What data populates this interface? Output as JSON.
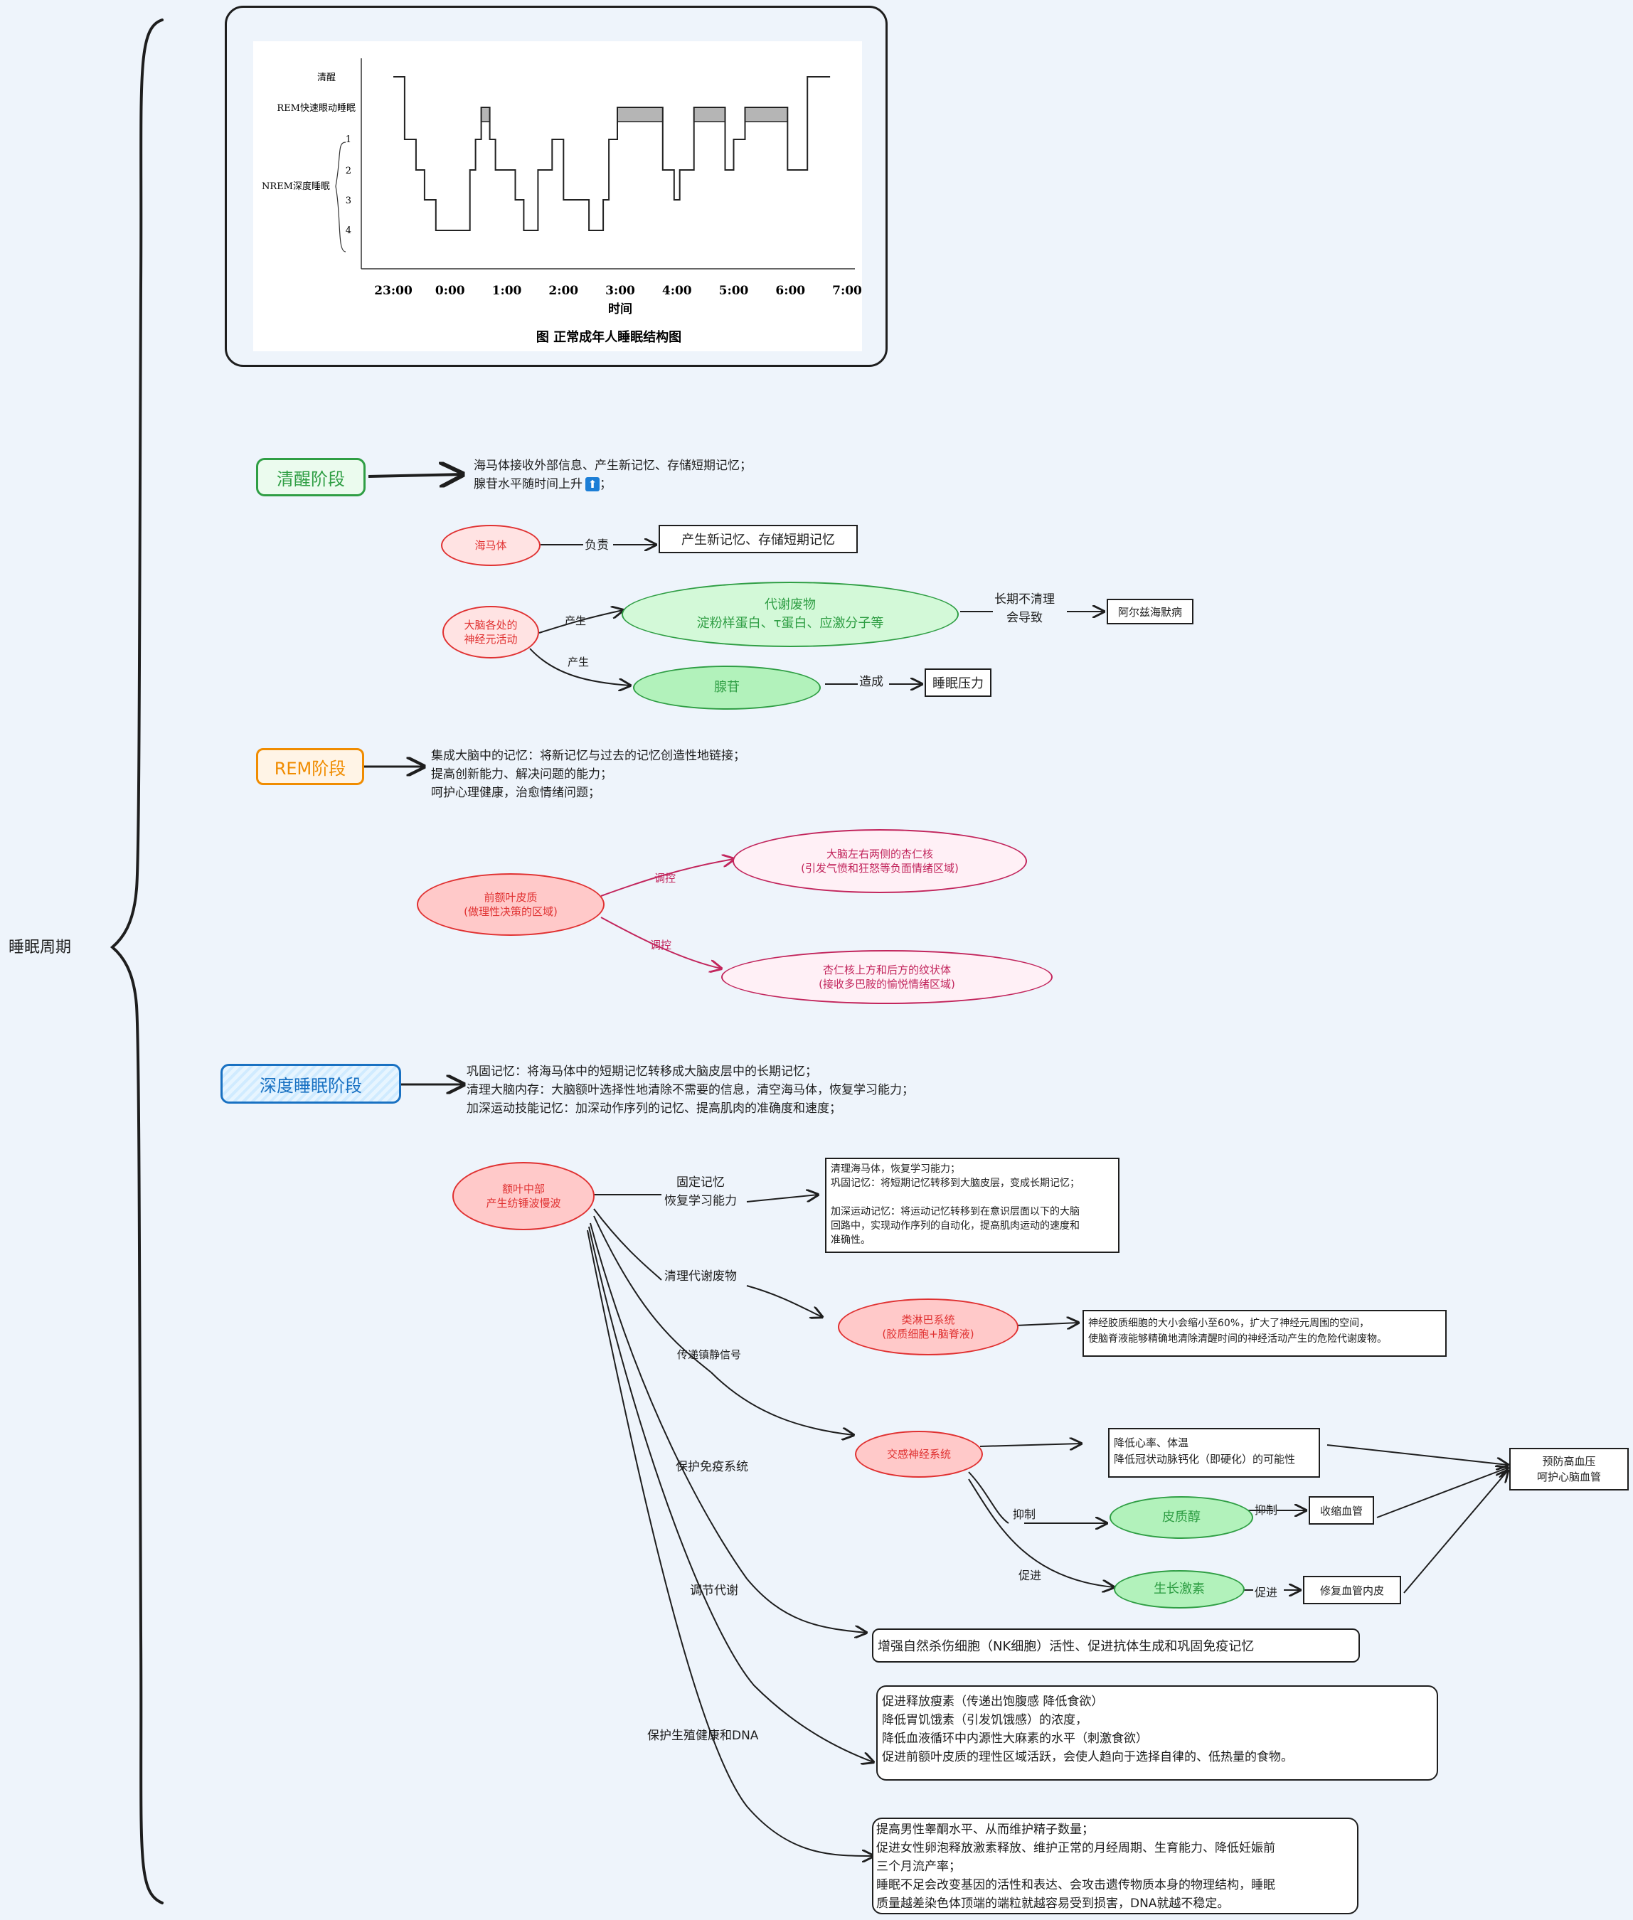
{
  "root": {
    "label": "睡眠周期"
  },
  "sleep_chart": {
    "y_labels": {
      "awake": "清醒",
      "rem": "REM快速眼动睡眠",
      "nrem": "NREM深度睡眠",
      "s1": "1",
      "s2": "2",
      "s3": "3",
      "s4": "4"
    },
    "x_ticks": [
      "23:00",
      "0:00",
      "1:00",
      "2:00",
      "3:00",
      "4:00",
      "5:00",
      "6:00",
      "7:00"
    ],
    "x_label": "时间",
    "caption": "图   正常成年人睡眠结构图"
  },
  "chart_data": {
    "type": "line",
    "title": "图 正常成年人睡眠结构图",
    "xlabel": "时间",
    "ylabel": "",
    "categories_y": [
      "清醒",
      "REM快速眼动睡眠",
      "1",
      "2",
      "3",
      "4"
    ],
    "x_ticks": [
      "23:00",
      "0:00",
      "1:00",
      "2:00",
      "3:00",
      "4:00",
      "5:00",
      "6:00",
      "7:00"
    ],
    "xlim": [
      -0.2,
      8.2
    ],
    "ylim": [
      "清醒",
      "4"
    ],
    "series": [
      {
        "points": [
          [
            0.0,
            0
          ],
          [
            0.2,
            0
          ],
          [
            0.2,
            2
          ],
          [
            0.4,
            2
          ],
          [
            0.4,
            3
          ],
          [
            0.55,
            3
          ],
          [
            0.55,
            4
          ],
          [
            0.75,
            4
          ],
          [
            0.75,
            5
          ],
          [
            1.35,
            5
          ],
          [
            1.35,
            3
          ],
          [
            1.45,
            3
          ],
          [
            1.45,
            2
          ],
          [
            1.55,
            2
          ],
          [
            1.55,
            1
          ],
          [
            1.7,
            1
          ],
          [
            1.7,
            2
          ],
          [
            1.8,
            2
          ],
          [
            1.8,
            3
          ],
          [
            2.15,
            3
          ],
          [
            2.15,
            4
          ],
          [
            2.3,
            4
          ],
          [
            2.3,
            5
          ],
          [
            2.55,
            5
          ],
          [
            2.55,
            3
          ],
          [
            2.8,
            3
          ],
          [
            2.8,
            2
          ],
          [
            3.0,
            2
          ],
          [
            3.0,
            4
          ],
          [
            3.45,
            4
          ],
          [
            3.45,
            5
          ],
          [
            3.7,
            5
          ],
          [
            3.7,
            4
          ],
          [
            3.8,
            4
          ],
          [
            3.8,
            2
          ],
          [
            3.95,
            2
          ],
          [
            3.95,
            1
          ],
          [
            4.75,
            1
          ],
          [
            4.75,
            3
          ],
          [
            4.95,
            3
          ],
          [
            4.95,
            4
          ],
          [
            5.05,
            4
          ],
          [
            5.05,
            3
          ],
          [
            5.3,
            3
          ],
          [
            5.3,
            1
          ],
          [
            5.85,
            1
          ],
          [
            5.85,
            3
          ],
          [
            6.0,
            3
          ],
          [
            6.0,
            2
          ],
          [
            6.2,
            2
          ],
          [
            6.2,
            1
          ],
          [
            6.95,
            1
          ],
          [
            6.95,
            3
          ],
          [
            7.3,
            3
          ],
          [
            7.3,
            0
          ],
          [
            7.7,
            0
          ]
        ]
      }
    ],
    "rem_blocks": [
      [
        1.55,
        1.7
      ],
      [
        3.95,
        4.75
      ],
      [
        5.3,
        5.85
      ],
      [
        6.2,
        6.95
      ]
    ]
  },
  "wake": {
    "title": "清醒阶段",
    "desc": "海马体接收外部信息、产生新记忆、存储短期记忆；\n腺苷水平随时间上升",
    "hippocampus": "海马体",
    "fuze": "负责",
    "new_memory": "产生新记忆、存储短期记忆",
    "neuron": "大脑各处的\n神经元活动",
    "produce1": "产生",
    "produce2": "产生",
    "waste": "代谢废物\n淀粉样蛋白、τ蛋白、应激分子等",
    "long_term": "长期不清理\n会导致",
    "alzheimer": "阿尔兹海默病",
    "adenosine": "腺苷",
    "cause": "造成",
    "sleep_pressure": "睡眠压力"
  },
  "rem": {
    "title": "REM阶段",
    "desc": "集成大脑中的记忆：将新记忆与过去的记忆创造性地链接；\n提高创新能力、解决问题的能力；\n呵护心理健康，治愈情绪问题；",
    "pfc": "前额叶皮质\n(做理性决策的区域)",
    "regulate1": "调控",
    "regulate2": "调控",
    "amygdala": "大脑左右两侧的杏仁核\n(引发气愤和狂怒等负面情绪区域)",
    "striatum": "杏仁核上方和后方的纹状体\n(接收多巴胺的愉悦情绪区域)"
  },
  "deep": {
    "title": "深度睡眠阶段",
    "desc": "巩固记忆：将海马体中的短期记忆转移成大脑皮层中的长期记忆；\n清理大脑内存：大脑额叶选择性地清除不需要的信息，清空海马体，恢复学习能力；\n加深运动技能记忆：加深动作序列的记忆、提高肌肉的准确度和速度；",
    "frontal": "额叶中部\n产生纺锤波慢波",
    "fix_memory": "固定记忆\n恢复学习能力",
    "fix_detail": "清理海马体，恢复学习能力；\n巩固记忆：将短期记忆转移到大脑皮层，变成长期记忆；\n\n加深运动记忆：将运动记忆转移到在意识层面以下的大脑\n回路中，实现动作序列的自动化，提高肌肉运动的速度和\n准确性。",
    "clean_waste": "清理代谢废物",
    "lymph": "类淋巴系统\n(胶质细胞+脑脊液)",
    "lymph_detail": "神经胶质细胞的大小会缩小至60%，扩大了神经元周围的空间，\n使脑脊液能够精确地清除清醒时间的神经活动产生的危险代谢废物。",
    "calm_signal": "传递镇静信号",
    "sympathetic": "交感神经系统",
    "heart_detail": "降低心率、体温\n降低冠状动脉钙化（即硬化）的可能性",
    "inhibit1": "抑制",
    "cortisol": "皮质醇",
    "inhibit2": "抑制",
    "vasoconstrict": "收缩血管",
    "promote1": "促进",
    "growth": "生长激素",
    "promote2": "促进",
    "repair": "修复血管内皮",
    "hypertension": "预防高血压\n呵护心脑血管",
    "immune": "保护免疫系统",
    "immune_detail": "增强自然杀伤细胞（NK细胞）活性、促进抗体生成和巩固免疫记忆",
    "metabolism": "调节代谢",
    "metabolism_detail": "促进释放瘦素（传递出饱腹感 降低食欲）\n降低胃饥饿素（引发饥饿感）的浓度，\n降低血液循环中内源性大麻素的水平（刺激食欲）\n促进前额叶皮质的理性区域活跃，会使人趋向于选择自律的、低热量的食物。",
    "reproduce": "保护生殖健康和DNA",
    "reproduce_detail": "提高男性睾酮水平、从而维护精子数量；\n促进女性卵泡释放激素释放、维护正常的月经周期、生育能力、降低妊娠前\n三个月流产率；\n睡眠不足会改变基因的活性和表达、会攻击遗传物质本身的物理结构，睡眠\n质量越差染色体顶端的端粒就越容易受到损害，DNA就越不稳定。"
  },
  "colors": {
    "green": "#2f9e44",
    "green_fill": "#b2f2bb",
    "orange": "#f08c00",
    "blue": "#1971c2",
    "blue_fill": "#a5d8ff",
    "red": "#e03131",
    "red_fill": "#ffc9c9",
    "pink": "#c2255c"
  }
}
